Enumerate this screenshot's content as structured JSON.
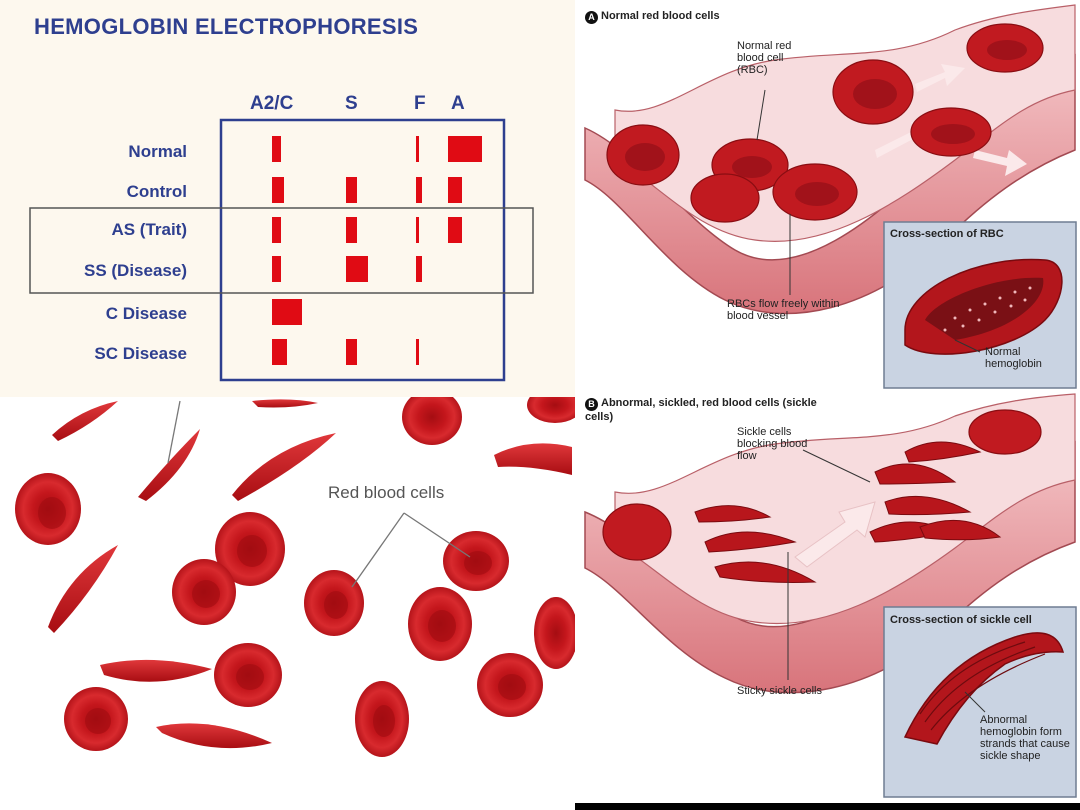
{
  "electrophoresis": {
    "title": "HEMOGLOBIN ELECTROPHORESIS",
    "columns": [
      "A2/C",
      "S",
      "F",
      "A"
    ],
    "rows": [
      {
        "label": "Normal",
        "bands": {
          "A2C": 0.3,
          "S": 0,
          "F": 0.1,
          "A": 1.0
        }
      },
      {
        "label": "Control",
        "bands": {
          "A2C": 0.4,
          "S": 0.4,
          "F": 0.4,
          "A": 0.4
        }
      },
      {
        "label": "AS (Trait)",
        "bands": {
          "A2C": 0.3,
          "S": 0.4,
          "F": 0.2,
          "A": 0.4
        }
      },
      {
        "label": "SS (Disease)",
        "bands": {
          "A2C": 0.3,
          "S": 0.8,
          "F": 0.4,
          "A": 0
        }
      },
      {
        "label": "C Disease",
        "bands": {
          "A2C": 1.0,
          "S": 0,
          "F": 0,
          "A": 0
        }
      },
      {
        "label": "SC Disease",
        "bands": {
          "A2C": 0.5,
          "S": 0.4,
          "F": 0.2,
          "A": 0
        }
      }
    ],
    "band_color": "#e00b14",
    "frame_color": "#2e3f8f"
  },
  "cells_panel": {
    "label": "Red blood cells"
  },
  "normal_panel": {
    "badge": "A",
    "title": "Normal red blood cells",
    "label_rbc": "Normal red blood cell (RBC)",
    "label_flow": "RBCs flow freely within blood vessel",
    "cross_section_title": "Cross-section of RBC",
    "cross_section_label": "Normal hemoglobin"
  },
  "sickle_panel": {
    "badge": "B",
    "title": "Abnormal, sickled, red blood cells (sickle cells)",
    "label_blocking": "Sickle cells blocking blood flow",
    "label_sticky": "Sticky sickle cells",
    "cross_section_title": "Cross-section of sickle cell",
    "cross_section_label": "Abnormal hemoglobin form strands that cause sickle shape"
  },
  "colors": {
    "cell_red": "#c8141b",
    "vessel_pink": "#e08f95",
    "inset_blue": "#c9d3e2"
  }
}
